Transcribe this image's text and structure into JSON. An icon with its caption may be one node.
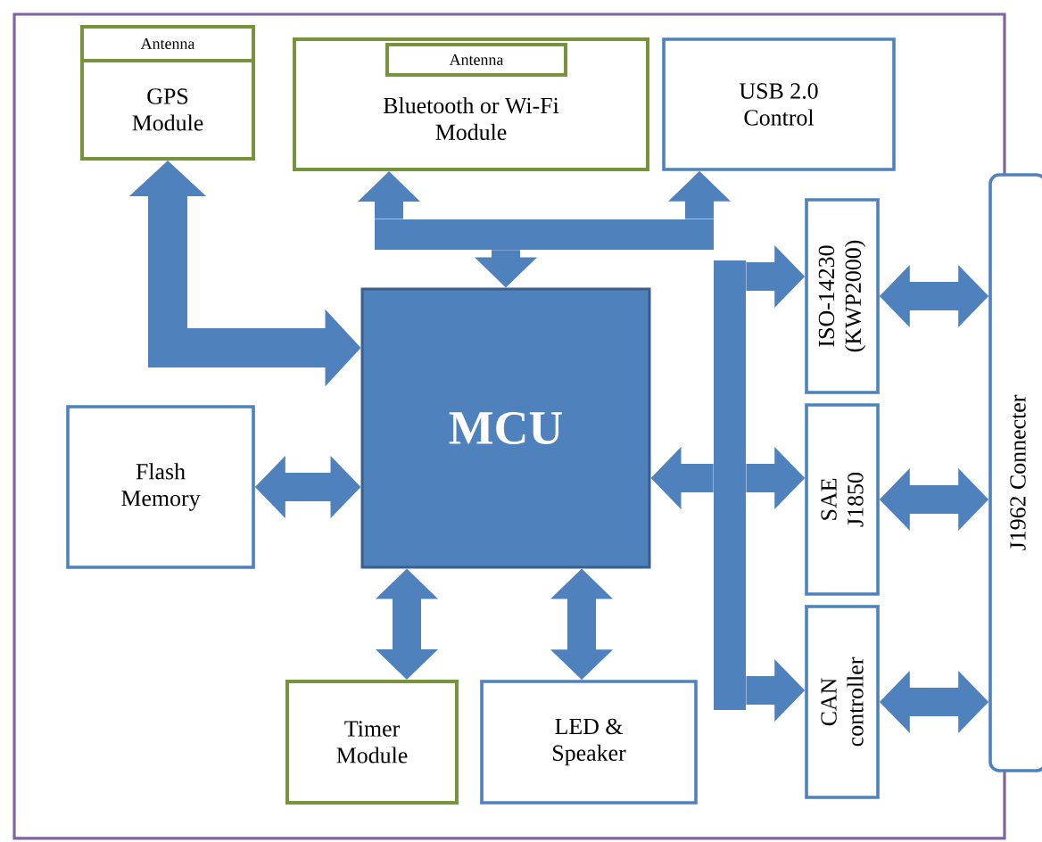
{
  "diagram": {
    "nodes": [
      {
        "text": [
          "GPS Module"
        ]
      },
      {
        "text": [
          "Antenna"
        ],
        "in": 0
      },
      {
        "text": [
          "Bluetooth or Wi-Fi Module"
        ]
      },
      {
        "text": [
          "Antenna"
        ],
        "in": 2
      },
      {
        "text": [
          "USB 2.0 Control"
        ]
      },
      {
        "text": [
          "MCU"
        ]
      },
      {
        "text": [
          "Flash Memory"
        ]
      },
      {
        "text": [
          "ISO-14230 (KWP2000)"
        ]
      },
      {
        "text": [
          "SAE J1850"
        ]
      },
      {
        "text": [
          "CAN controller"
        ]
      },
      {
        "text": [
          "J1962 Connecter"
        ]
      },
      {
        "text": [
          "Timer Module"
        ]
      },
      {
        "text": [
          "LED & Speaker"
        ]
      },
      {
        "text": [],
        "shape": "bar"
      },
      {
        "text": [],
        "shape": "bar"
      }
    ],
    "edges": [
      {
        "from": 5,
        "to": 0,
        "arrow": "both"
      },
      {
        "from": 14,
        "to": 5,
        "arrow": "to"
      },
      {
        "from": 14,
        "to": 2,
        "arrow": "to"
      },
      {
        "from": 14,
        "to": 4,
        "arrow": "to"
      },
      {
        "from": 5,
        "to": 6,
        "arrow": "both"
      },
      {
        "from": 13,
        "to": 5,
        "arrow": "to"
      },
      {
        "from": 13,
        "to": 7,
        "arrow": "to"
      },
      {
        "from": 13,
        "to": 8,
        "arrow": "to"
      },
      {
        "from": 13,
        "to": 9,
        "arrow": "to"
      },
      {
        "from": 7,
        "to": 10,
        "arrow": "both"
      },
      {
        "from": 8,
        "to": 10,
        "arrow": "both"
      },
      {
        "from": 9,
        "to": 10,
        "arrow": "both"
      },
      {
        "from": 5,
        "to": 11,
        "arrow": "both"
      },
      {
        "from": 5,
        "to": 12,
        "arrow": "both"
      }
    ]
  }
}
